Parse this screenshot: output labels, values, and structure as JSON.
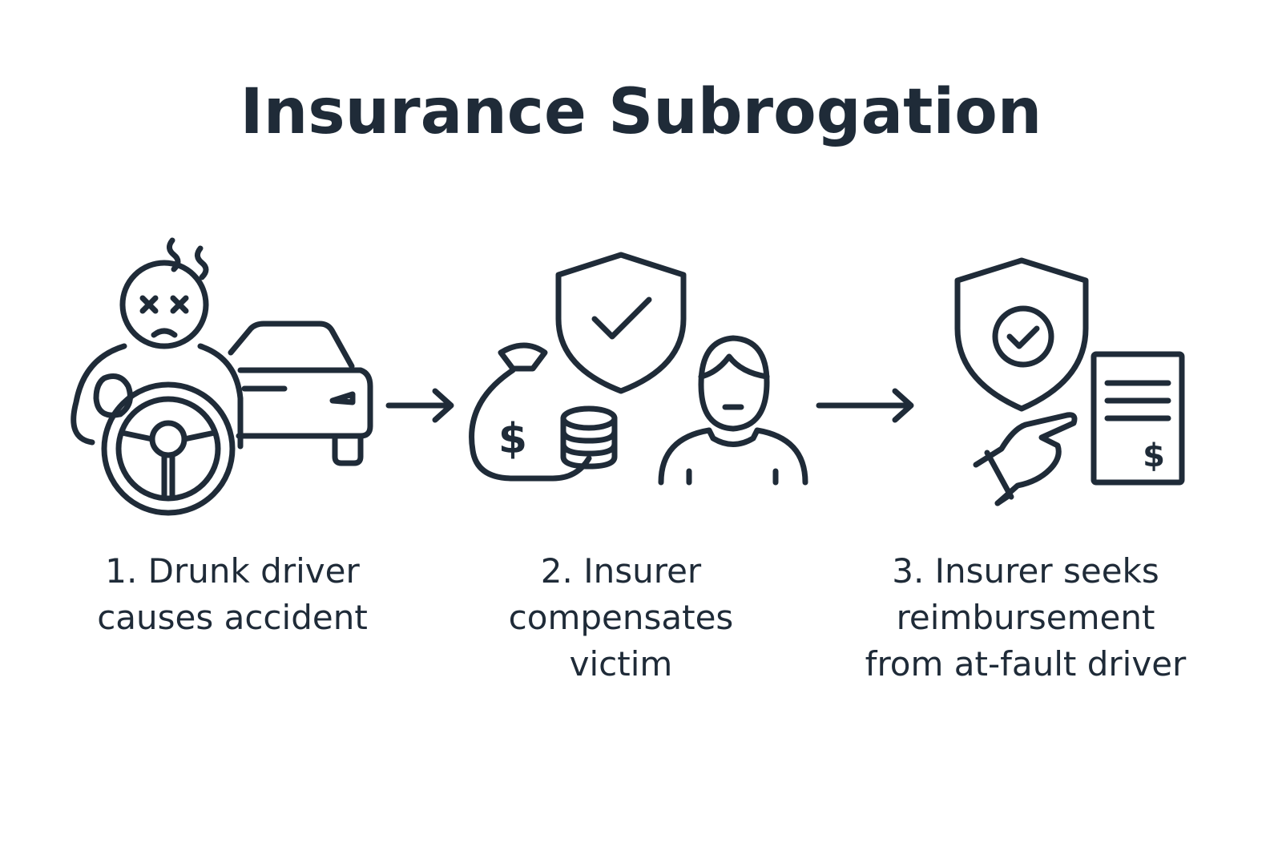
{
  "title": "Insurance Subrogation",
  "steps": [
    {
      "label": "1. Drunk driver\ncauses accident",
      "icon": "drunk-driver-car-icon"
    },
    {
      "label": "2. Insurer\ncompensates\nvictim",
      "icon": "money-shield-victim-icon"
    },
    {
      "label": "3. Insurer seeks\nreimbursement\nfrom at-fault driver",
      "icon": "shield-hand-invoice-icon"
    }
  ],
  "colors": {
    "ink": "#1f2b38",
    "background": "#ffffff"
  }
}
